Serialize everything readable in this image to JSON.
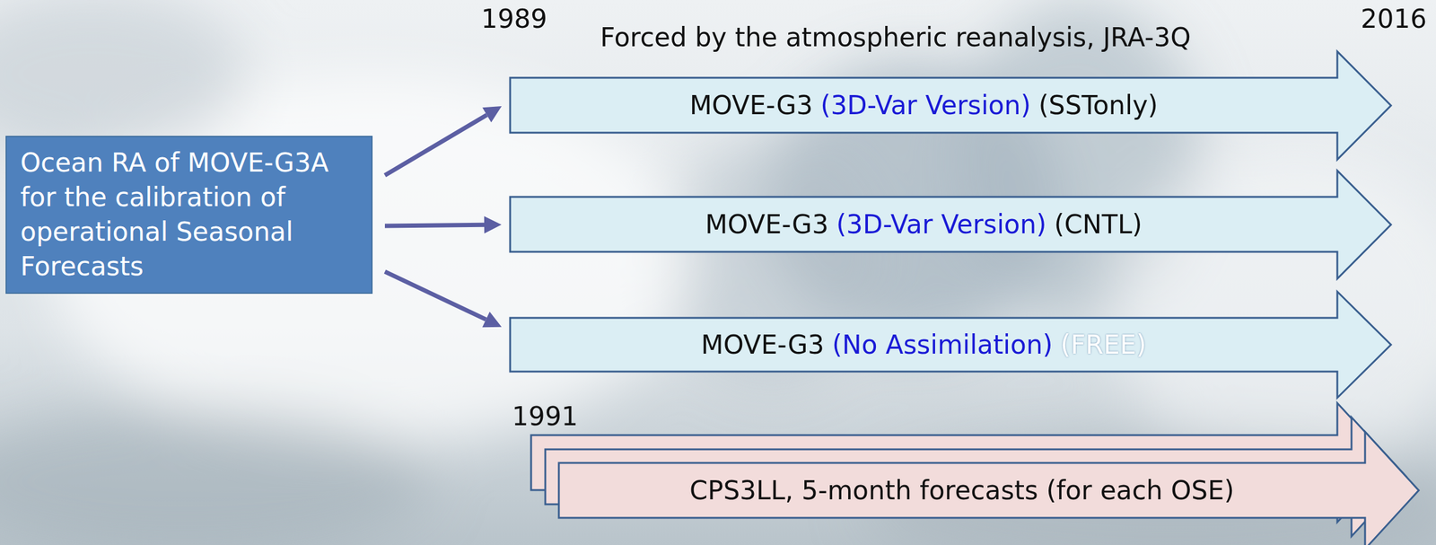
{
  "diagram": {
    "nodes": [
      {
        "text": [
          "Ocean RA of MOVE-G3A for the calibration of operational Seasonal Forecasts"
        ]
      },
      {
        "text": [
          "MOVE-G3",
          "(3D-Var Version)",
          "(SSTonly)"
        ]
      },
      {
        "text": [
          "MOVE-G3",
          "(3D-Var Version)",
          "(CNTL)"
        ]
      },
      {
        "text": [
          "MOVE-G3",
          "(No Assimilation)",
          "(FREE)"
        ]
      },
      {
        "text": [
          "CPS3LL, 5-month forecasts (for each OSE)"
        ]
      }
    ],
    "edges": [
      {
        "from": 0,
        "to": 1,
        "arrow": "to"
      },
      {
        "from": 0,
        "to": 2,
        "arrow": "to"
      },
      {
        "from": 0,
        "to": 3,
        "arrow": "to"
      }
    ],
    "labels": [
      "1989",
      "Forced by the atmospheric reanalysis, JRA-3Q",
      "2016",
      "1991"
    ]
  }
}
